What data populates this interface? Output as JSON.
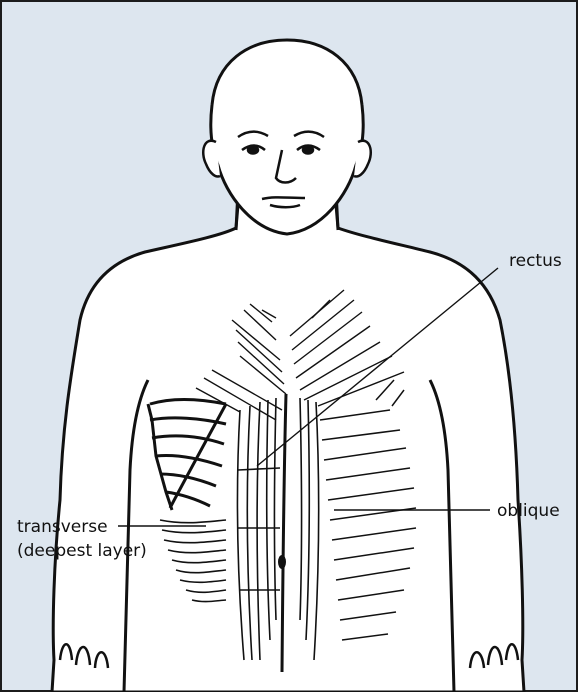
{
  "labels": {
    "rectus": "rectus",
    "oblique": "oblique",
    "transverse_line1": "transverse",
    "transverse_line2": "(deepest layer)"
  },
  "colors": {
    "background": "#dde6ef",
    "border": "#1c1c1c",
    "outline": "#111111",
    "skin": "#ffffff"
  }
}
